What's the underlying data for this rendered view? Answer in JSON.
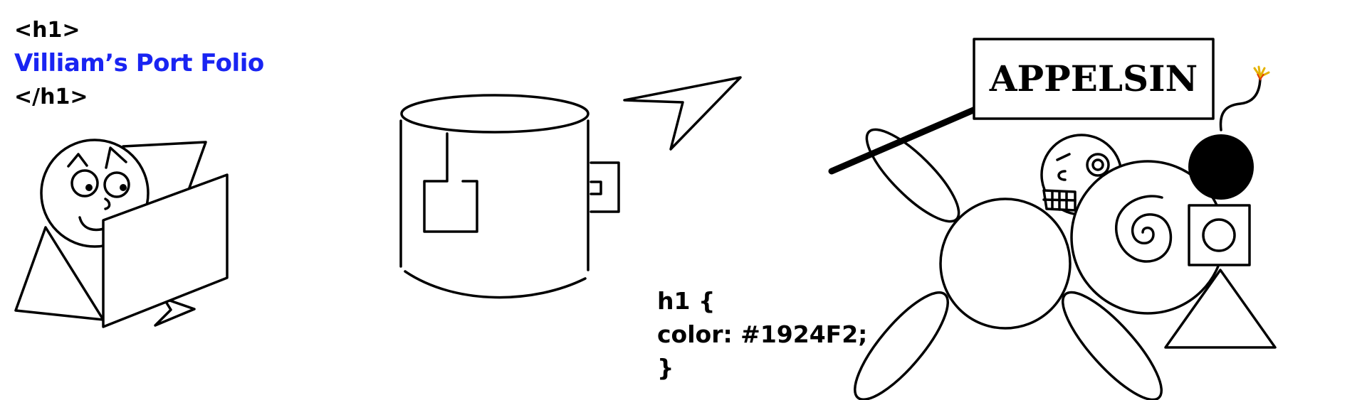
{
  "heading_code": {
    "open_tag": "<h1>",
    "title": "Villiam’s Port Folio",
    "close_tag": "</h1>",
    "title_color": "#1924F2"
  },
  "css_code": {
    "line1": "h1 {",
    "line2": "color: #1924F2;",
    "line3": "}"
  },
  "sign": {
    "label": "APPELSIN"
  },
  "icons": [
    "person-reading-icon",
    "mug-icon",
    "paper-plane-icon",
    "creature-holding-sign-icon",
    "bomb-icon"
  ]
}
